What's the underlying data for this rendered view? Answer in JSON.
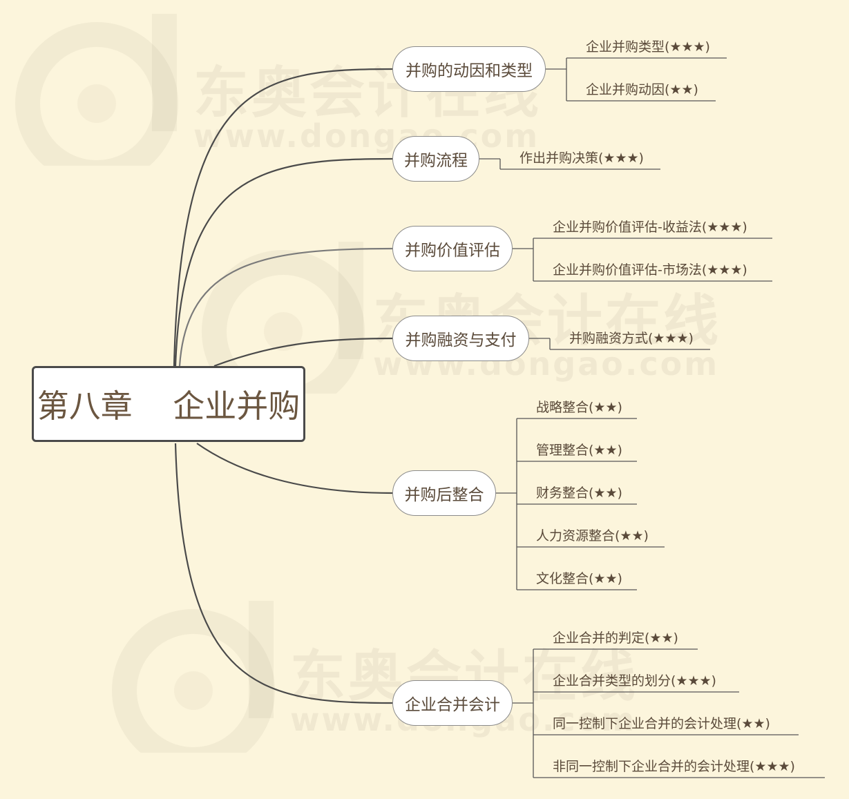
{
  "watermark": {
    "brand": "东奥会计在线",
    "url": "www.dongao.com"
  },
  "root": {
    "label": "第八章    企业并购"
  },
  "branches": [
    {
      "label": "并购的动因和类型",
      "leaves": [
        "企业并购类型(★★★)",
        "企业并购动因(★★)"
      ]
    },
    {
      "label": "并购流程",
      "leaves": [
        "作出并购决策(★★★)"
      ]
    },
    {
      "label": "并购价值评估",
      "leaves": [
        "企业并购价值评估-收益法(★★★)",
        "企业并购价值评估-市场法(★★★)"
      ]
    },
    {
      "label": "并购融资与支付",
      "leaves": [
        "并购融资方式(★★★)"
      ]
    },
    {
      "label": "并购后整合",
      "leaves": [
        "战略整合(★★)",
        "管理整合(★★)",
        "财务整合(★★)",
        "人力资源整合(★★)",
        "文化整合(★★)"
      ]
    },
    {
      "label": "企业合并会计",
      "leaves": [
        "企业合并的判定(★★)",
        "企业合并类型的划分(★★★)",
        "同一控制下企业合并的会计处理(★★)",
        "非同一控制下企业合并的会计处理(★★★)"
      ]
    }
  ],
  "colors": {
    "background": "#fcf5dc",
    "text": "#5a4a3a",
    "line": "#4a4a4a"
  }
}
